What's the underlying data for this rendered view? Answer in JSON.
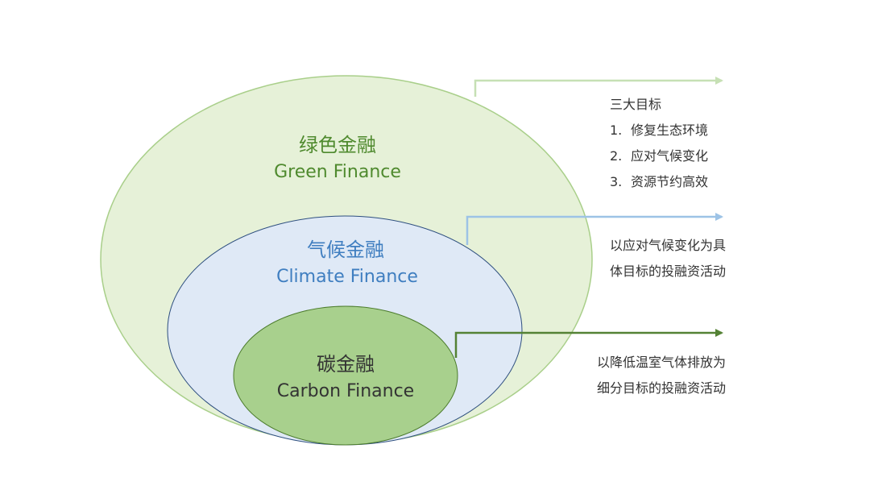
{
  "colors": {
    "green_outer_fill": "#e6f1d8",
    "green_outer_stroke": "#a9cf8a",
    "blue_fill": "#dfe9f6",
    "blue_stroke": "#2e4f7f",
    "carbon_fill": "#a8d08d",
    "carbon_stroke": "#4b7b2b",
    "green_label": "#4f8a2e",
    "blue_label": "#3f7ec0",
    "carbon_label": "#333333",
    "arrow_green_light": "#c6e0b4",
    "arrow_blue": "#9dc3e6",
    "arrow_green_dark": "#548235"
  },
  "green_finance": {
    "cn": "绿色金融",
    "en": "Green Finance"
  },
  "climate_finance": {
    "cn": "气候金融",
    "en": "Climate Finance"
  },
  "carbon_finance": {
    "cn": "碳金融",
    "en": "Carbon Finance"
  },
  "goals": {
    "heading": "三大目标",
    "items": [
      {
        "num": "1.",
        "text": "修复生态环境"
      },
      {
        "num": "2.",
        "text": "应对气候变化"
      },
      {
        "num": "3.",
        "text": "资源节约高效"
      }
    ]
  },
  "climate_note": {
    "line1": "以应对气候变化为具",
    "line2": "体目标的投融资活动"
  },
  "carbon_note": {
    "line1": "以降低温室气体排放为",
    "line2": "细分目标的投融资活动"
  }
}
